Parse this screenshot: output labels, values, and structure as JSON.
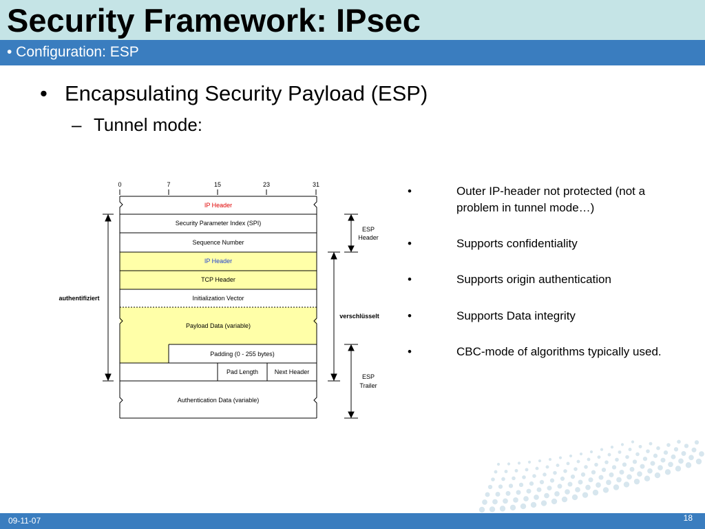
{
  "header": {
    "title": "Security Framework: IPsec",
    "subtitle": "• Configuration: ESP"
  },
  "content": {
    "bullet": "Encapsulating Security Payload (ESP)",
    "sub_bullet": "Tunnel mode:",
    "bullet_symbol": "•",
    "sub_symbol": "–"
  },
  "notes": [
    {
      "symbol": "•",
      "text": "Outer IP-header not protected (not a problem in tunnel mode…)"
    },
    {
      "symbol": "•",
      "text": "Supports confidentiality"
    },
    {
      "symbol": "•",
      "text": "Supports origin authentication"
    },
    {
      "symbol": "•",
      "text": "Supports Data integrity"
    },
    {
      "symbol": "•",
      "text": "CBC-mode of algorithms typically used."
    }
  ],
  "diagram": {
    "bits": [
      "0",
      "7",
      "15",
      "23",
      "31"
    ],
    "fields": {
      "ip_header_outer": "IP Header",
      "spi": "Security Parameter Index (SPI)",
      "sequence": "Sequence Number",
      "ip_header_inner": "IP Header",
      "tcp_header": "TCP Header",
      "iv": "Initialization Vector",
      "payload": "Payload Data (variable)",
      "padding": "Padding (0 - 255 bytes)",
      "pad_length": "Pad Length",
      "next_header": "Next Header",
      "auth_data": "Authentication Data (variable)"
    },
    "labels": {
      "authenticated": "authentifiziert",
      "encrypted": "verschlüsselt",
      "esp_header_1": "ESP",
      "esp_header_2": "Header",
      "esp_trailer_1": "ESP",
      "esp_trailer_2": "Trailer"
    },
    "colors": {
      "highlight": "#ffffa8",
      "red_text": "#e00000",
      "blue_text": "#1f3fd0"
    }
  },
  "footer": {
    "date": "09-11-07",
    "page": "18"
  }
}
